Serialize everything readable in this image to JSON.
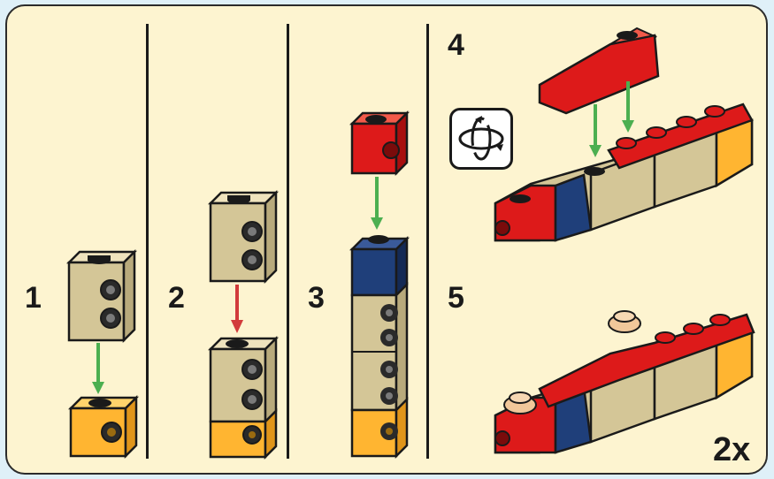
{
  "steps": [
    {
      "number": "1"
    },
    {
      "number": "2"
    },
    {
      "number": "3"
    },
    {
      "number": "4"
    },
    {
      "number": "5"
    }
  ],
  "multiplier": "2x",
  "icons": {
    "rotate": "rotate-model-icon"
  },
  "colors": {
    "background": "#fdf4d0",
    "frame": "#dff0f8",
    "tan": "#d9cba0",
    "orange": "#ffb531",
    "red": "#dd1a1a",
    "blue": "#1f3f7a",
    "green_arrow": "#4caf50",
    "red_arrow": "#d23b3b",
    "tile_tan": "#f1c79a"
  }
}
